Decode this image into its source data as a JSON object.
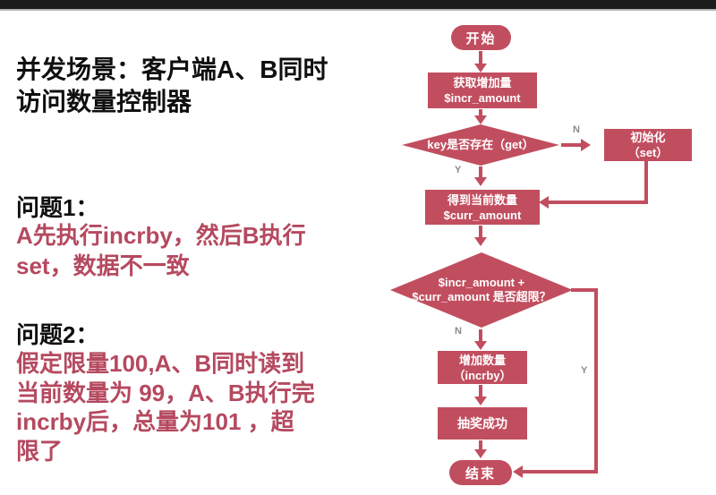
{
  "colors": {
    "bg": "#ffffff",
    "top_bar": "#1c1c1c",
    "top_bar_line": "#b3b3b3",
    "shape": "#c14e5f",
    "node_text": "#ffffff",
    "heading_text": "#0f0f0f",
    "accent_text": "#b5495f",
    "edge_label": "#8a8a8a"
  },
  "left_panel": {
    "title_lines": [
      "并发场景：客户端A、B同时",
      "访问数量控制器"
    ],
    "sections": [
      {
        "heading": "问题1：",
        "body_lines": [
          "A先执行incrby，然后B执行",
          "set，数据不一致"
        ]
      },
      {
        "heading": "问题2：",
        "body_lines": [
          "假定限量100,A、B同时读到",
          "当前数量为 99，A、B执行完",
          "incrby后，总量为101 ，超",
          "限了"
        ]
      }
    ]
  },
  "flowchart": {
    "nodes": {
      "start": {
        "label": "开始"
      },
      "get_incr": {
        "lines": [
          "获取增加量",
          "$incr_amount"
        ]
      },
      "key_exists": {
        "label": "key是否存在（get）"
      },
      "init": {
        "lines": [
          "初始化",
          "（set）"
        ]
      },
      "get_curr": {
        "lines": [
          "得到当前数量",
          "$curr_amount"
        ]
      },
      "over_limit": {
        "lines": [
          "$incr_amount +",
          "$curr_amount 是否超限？"
        ]
      },
      "incr": {
        "lines": [
          "增加数量",
          "（incrby）"
        ]
      },
      "win": {
        "label": "抽奖成功"
      },
      "end": {
        "label": "结束"
      }
    },
    "edge_labels": {
      "n1": "N",
      "y1": "Y",
      "n2": "N",
      "y2": "Y"
    }
  }
}
